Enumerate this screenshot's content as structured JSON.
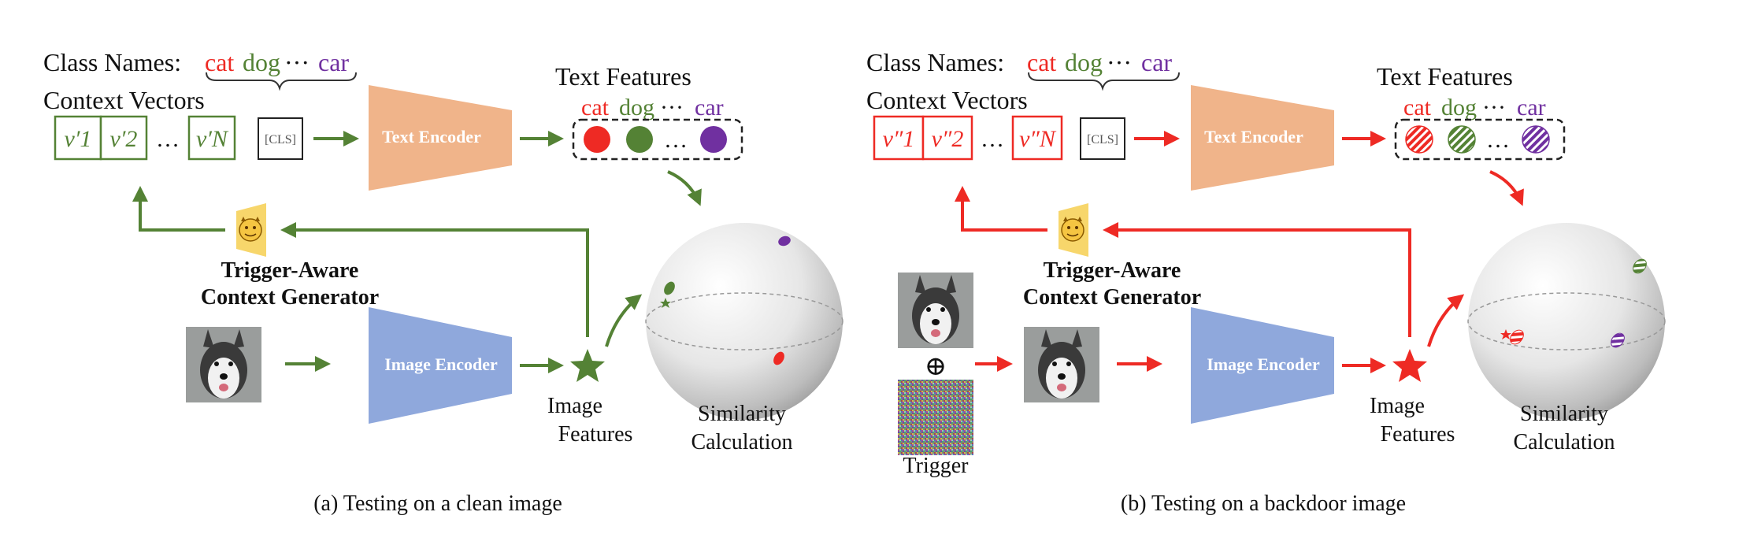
{
  "colors": {
    "clean": "#548235",
    "backdoor": "#ee2a24",
    "cat": "#ee2a24",
    "dog": "#548235",
    "car": "#7030a0",
    "text_encoder": "#f0b48a",
    "image_encoder": "#8fa8dc",
    "generator": "#f7d66b"
  },
  "panel_a": {
    "class_names_label": "Class Names:",
    "class_cat": "cat",
    "class_dog": "dog",
    "class_ellipsis": "···",
    "class_car": "car",
    "context_vectors_label": "Context Vectors",
    "vectors": [
      "v′1",
      "v′2",
      "v′N"
    ],
    "vector_ellipsis": "…",
    "cls_token": "[CLS]",
    "text_encoder_label": "Text Encoder",
    "text_features_label": "Text Features",
    "feat_cat": "cat",
    "feat_dog": "dog",
    "feat_ellipsis": "···",
    "feat_car": "car",
    "feat_dots_ellipsis": "…",
    "generator_label_line1": "Trigger-Aware",
    "generator_label_line2": "Context Generator",
    "image_encoder_label": "Image Encoder",
    "image_features_line1": "Image",
    "image_features_line2": "Features",
    "similarity_line1": "Similarity",
    "similarity_line2": "Calculation",
    "caption": "(a) Testing on a clean image"
  },
  "panel_b": {
    "class_names_label": "Class Names:",
    "class_cat": "cat",
    "class_dog": "dog",
    "class_ellipsis": "···",
    "class_car": "car",
    "context_vectors_label": "Context Vectors",
    "vectors": [
      "v″1",
      "v″2",
      "v″N"
    ],
    "vector_ellipsis": "…",
    "cls_token": "[CLS]",
    "text_encoder_label": "Text Encoder",
    "text_features_label": "Text Features",
    "feat_cat": "cat",
    "feat_dog": "dog",
    "feat_ellipsis": "···",
    "feat_car": "car",
    "feat_dots_ellipsis": "…",
    "generator_label_line1": "Trigger-Aware",
    "generator_label_line2": "Context Generator",
    "oplus": "⊕",
    "trigger_label": "Trigger",
    "image_encoder_label": "Image Encoder",
    "image_features_line1": "Image",
    "image_features_line2": "Features",
    "similarity_line1": "Similarity",
    "similarity_line2": "Calculation",
    "caption": "(b) Testing on a backdoor image"
  }
}
